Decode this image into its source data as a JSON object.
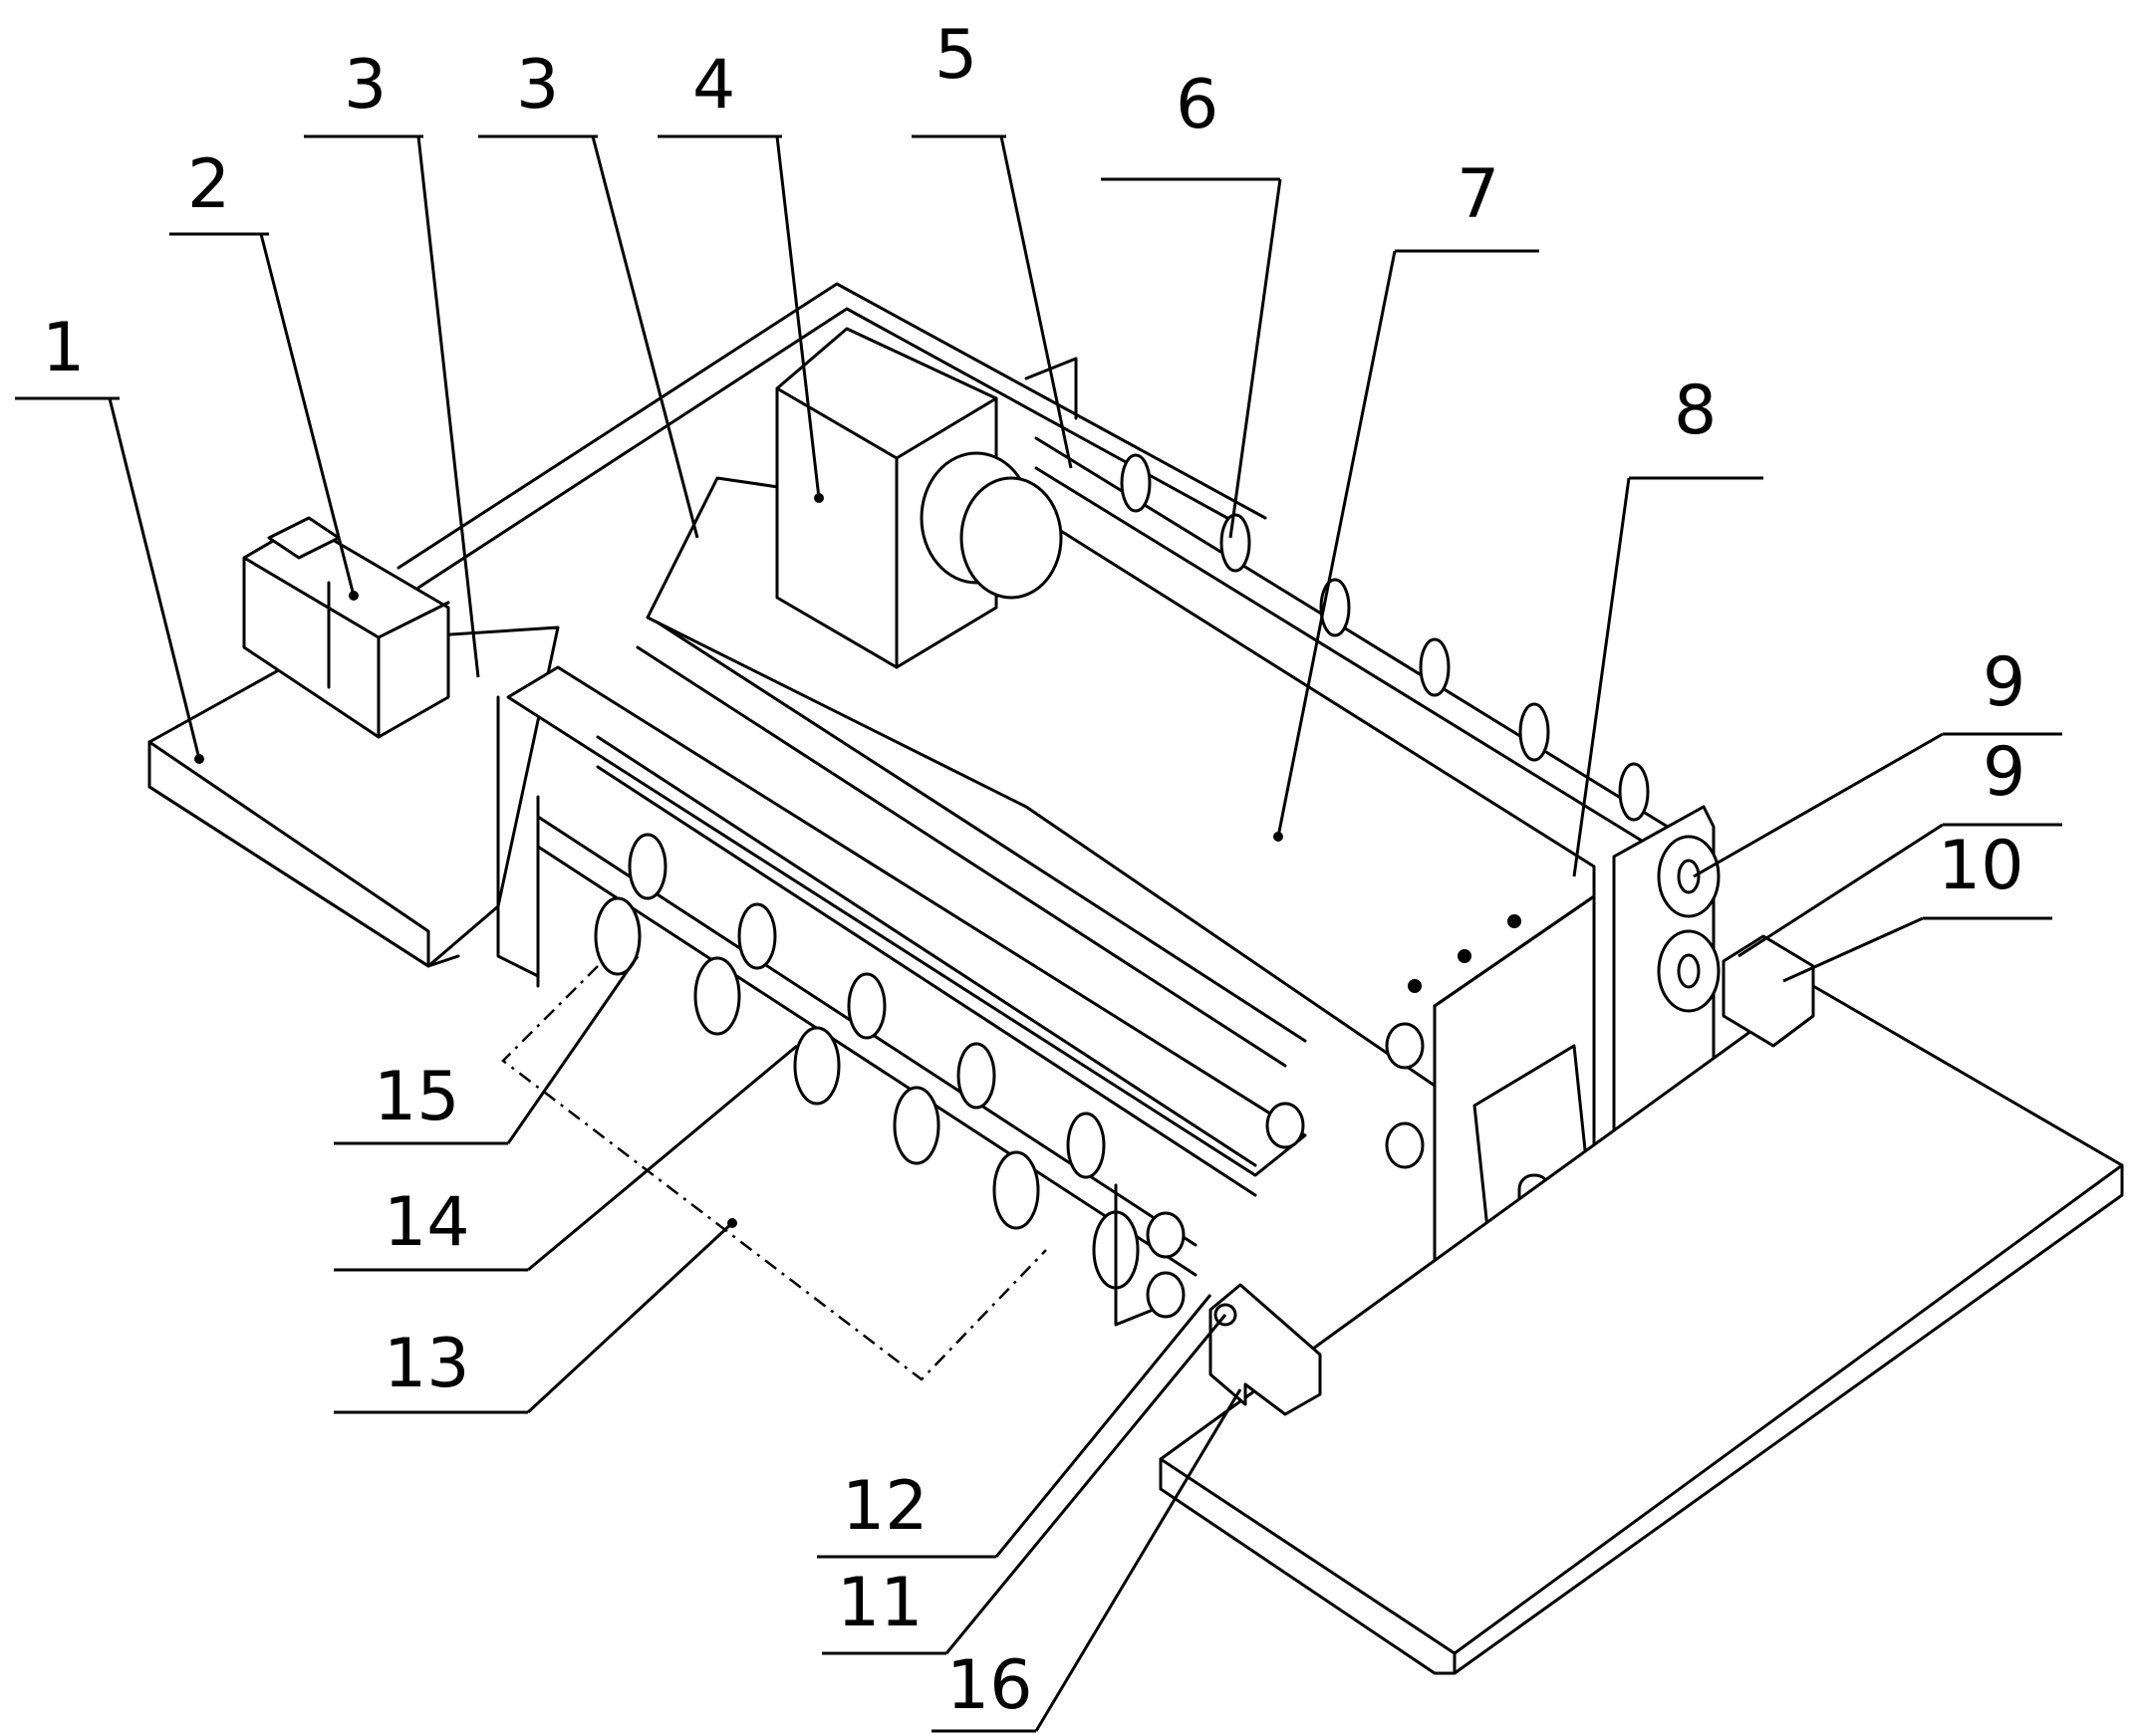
{
  "figure": {
    "callouts": [
      {
        "id": "c1",
        "text": "1"
      },
      {
        "id": "c2",
        "text": "2"
      },
      {
        "id": "c3a",
        "text": "3"
      },
      {
        "id": "c3b",
        "text": "3"
      },
      {
        "id": "c4",
        "text": "4"
      },
      {
        "id": "c5",
        "text": "5"
      },
      {
        "id": "c6",
        "text": "6"
      },
      {
        "id": "c7",
        "text": "7"
      },
      {
        "id": "c8",
        "text": "8"
      },
      {
        "id": "c9a",
        "text": "9"
      },
      {
        "id": "c9b",
        "text": "9"
      },
      {
        "id": "c10",
        "text": "10"
      },
      {
        "id": "c11",
        "text": "11"
      },
      {
        "id": "c12",
        "text": "12"
      },
      {
        "id": "c13",
        "text": "13"
      },
      {
        "id": "c14",
        "text": "14"
      },
      {
        "id": "c15",
        "text": "15"
      },
      {
        "id": "c16",
        "text": "16"
      }
    ]
  },
  "colors": {
    "ink": "#000000",
    "paper": "#ffffff"
  }
}
